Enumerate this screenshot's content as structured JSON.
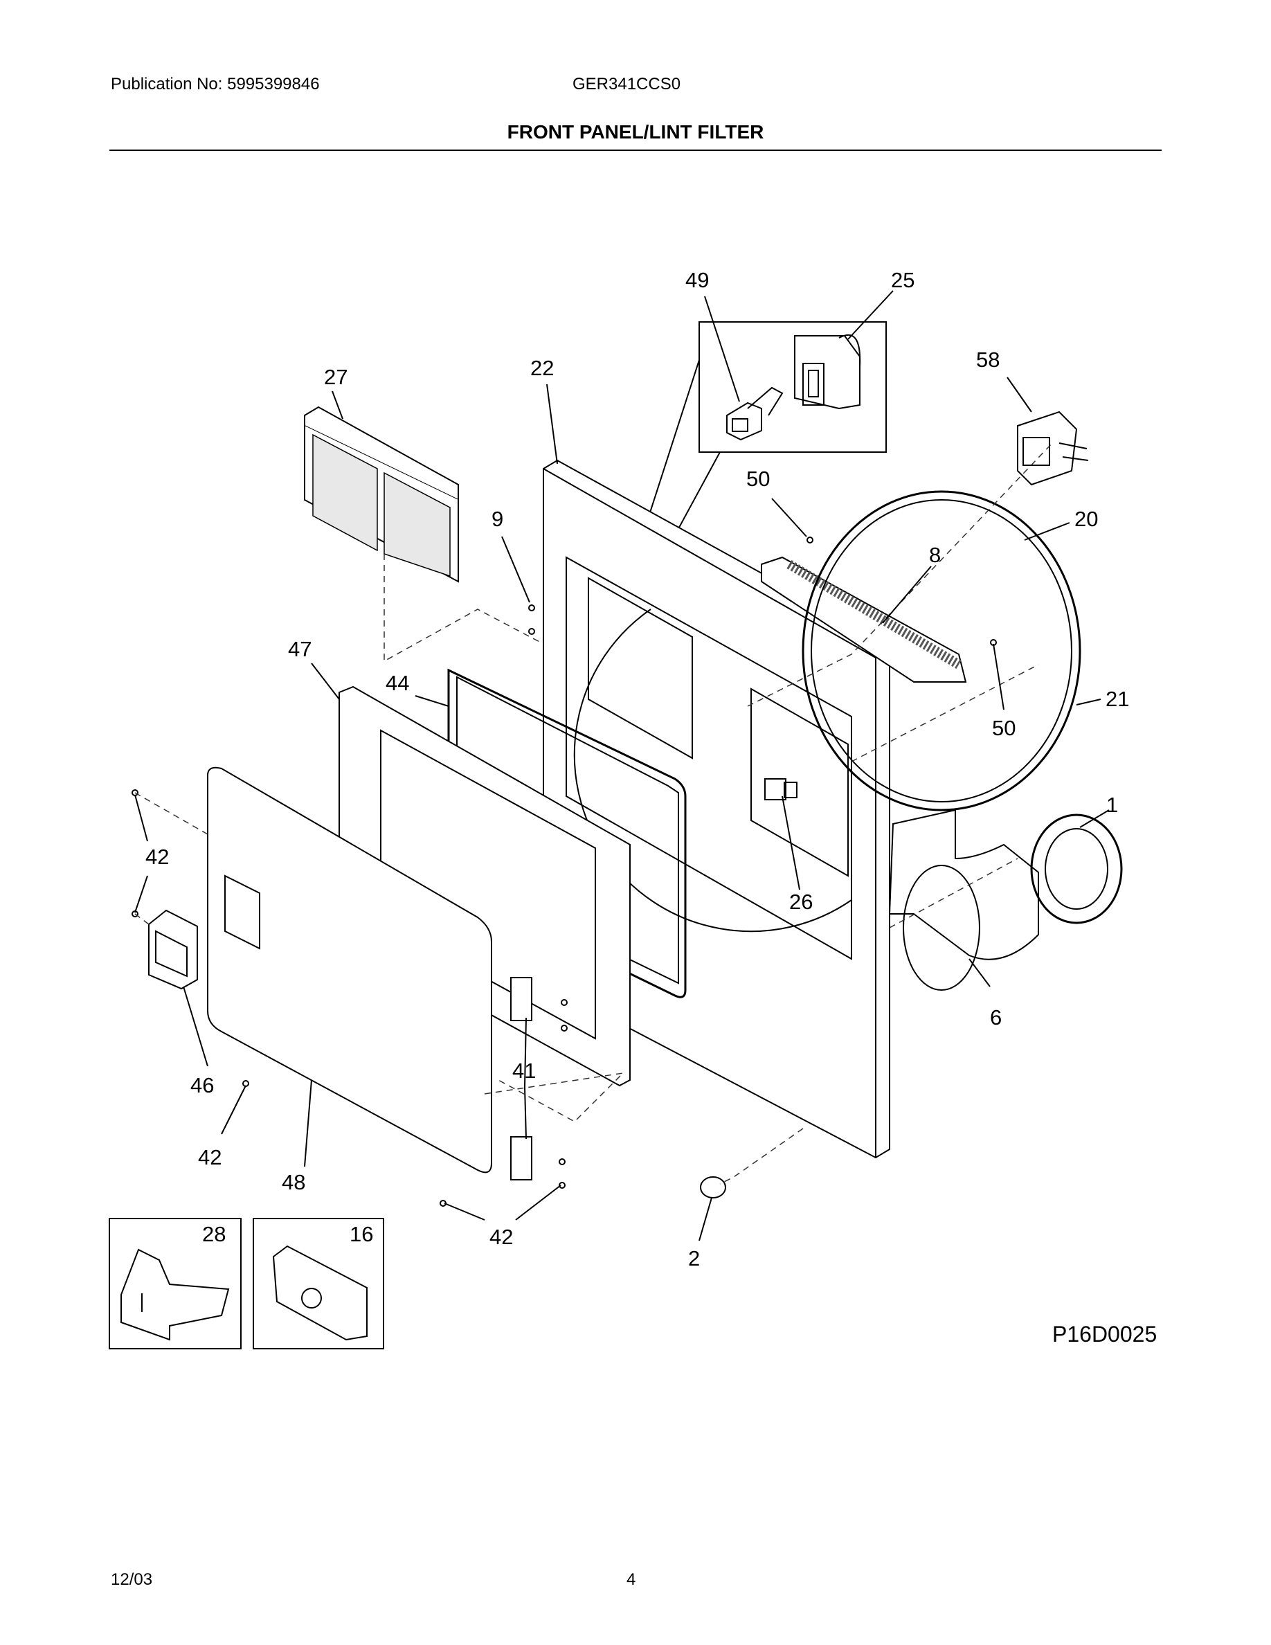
{
  "header": {
    "publication": "Publication No: 5995399846",
    "model": "GER341CCS0",
    "title": "FRONT PANEL/LINT FILTER"
  },
  "diagram": {
    "code": "P16D0025",
    "callouts": {
      "c49": "49",
      "c25": "25",
      "c58": "58",
      "c27": "27",
      "c22": "22",
      "c50a": "50",
      "c20": "20",
      "c9": "9",
      "c8": "8",
      "c47": "47",
      "c44": "44",
      "c21": "21",
      "c50b": "50",
      "c1": "1",
      "c42a": "42",
      "c26": "26",
      "c6": "6",
      "c41": "41",
      "c46": "46",
      "c42b": "42",
      "c48": "48",
      "c42c": "42",
      "c28": "28",
      "c16": "16",
      "c2": "2"
    }
  },
  "footer": {
    "date": "12/03",
    "page": "4"
  }
}
